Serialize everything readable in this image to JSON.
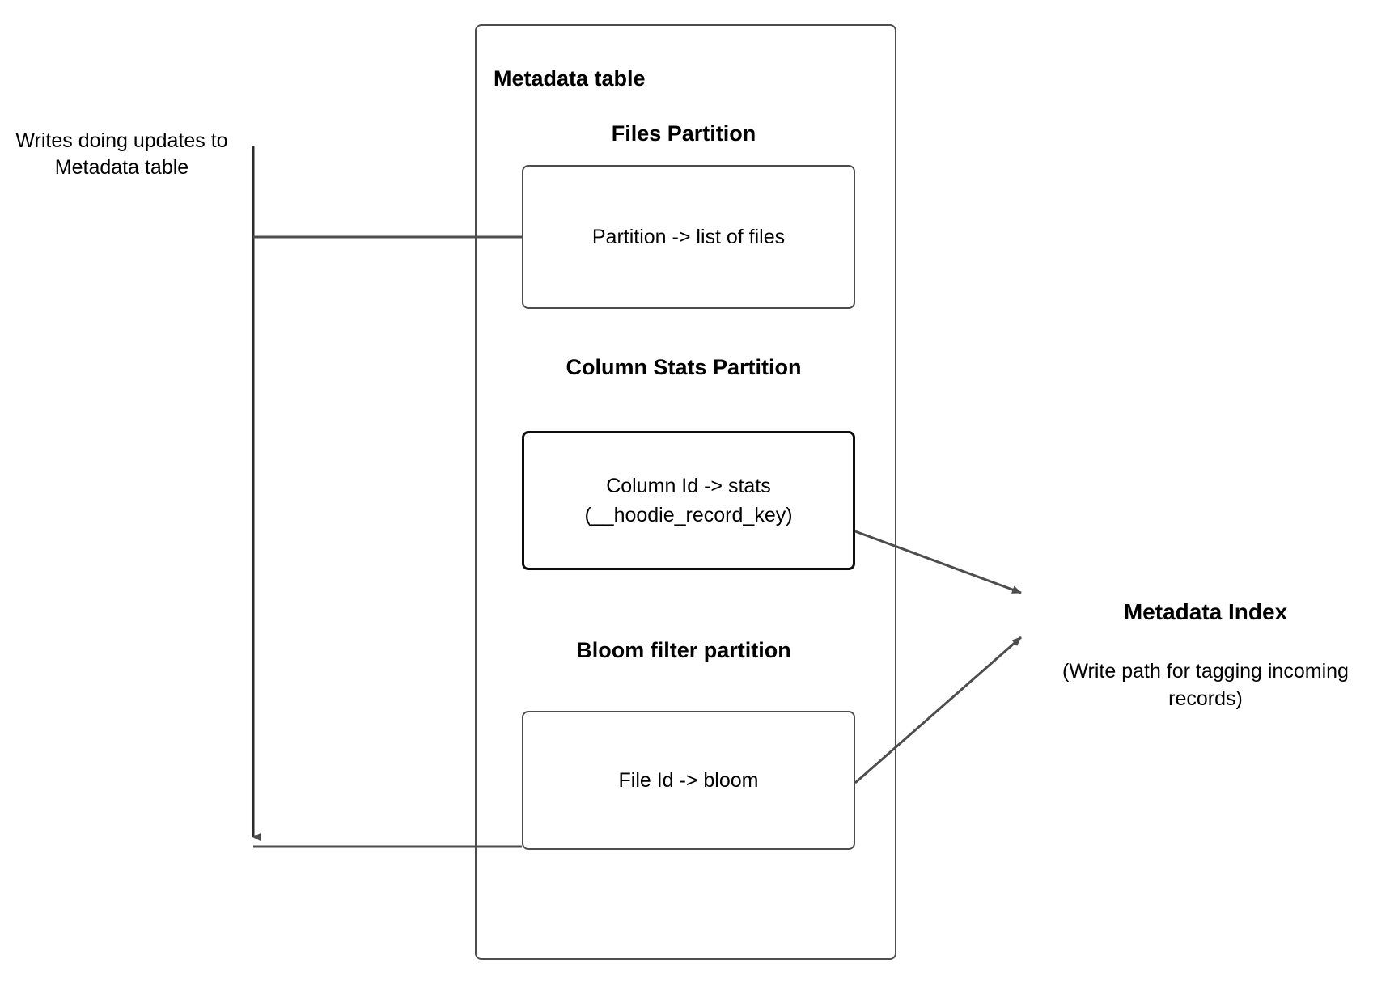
{
  "diagram": {
    "title": "Metadata table",
    "left_annotation": "Writes doing updates to Metadata table",
    "partitions": [
      {
        "heading": "Files Partition",
        "box_text": "Partition -> list of files"
      },
      {
        "heading": "Column Stats Partition",
        "box_text_line1": "Column Id  -> stats",
        "box_text_line2": "(__hoodie_record_key)"
      },
      {
        "heading": "Bloom filter partition",
        "box_text": "File Id -> bloom"
      }
    ],
    "index": {
      "title": "Metadata Index",
      "note": "(Write path for tagging incoming records)"
    },
    "colors": {
      "stroke": "#4d4d4d",
      "stroke_emphasis": "#0d0d0d",
      "text": "#000000",
      "background": "#ffffff"
    }
  }
}
